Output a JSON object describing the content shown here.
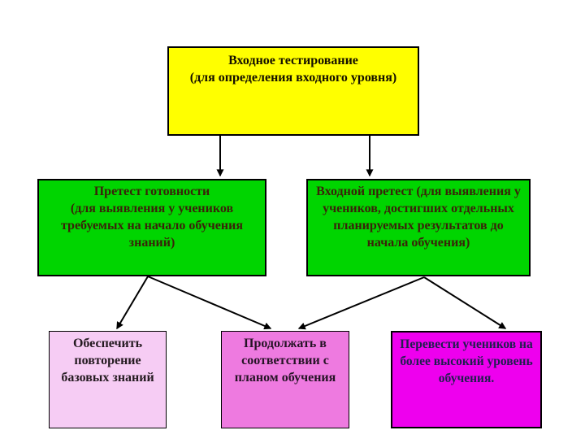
{
  "slide": {
    "background": "#ffffff",
    "description": "Flowchart of entry testing for determining student input level"
  },
  "palette": {
    "top_box_fill": "#ffff00",
    "mid_box_fill": "#00d500",
    "bottom_left_fill": "#f6ccf4",
    "bottom_middle_fill": "#ee7ae0",
    "bottom_right_fill": "#ee00ee",
    "border_color": "#000000",
    "arrow_color": "#000000"
  },
  "boxes": {
    "entry_testing": {
      "lines": [
        "Входное тестирование",
        "(для определения входного уровня)"
      ]
    },
    "readiness_pretest": {
      "lines": [
        "Претест готовности",
        "(для выявления у учеников",
        "требуемых на начало обучения",
        "знаний)"
      ]
    },
    "input_pretest": {
      "lines": [
        "Входной претест (для выявления у",
        "учеников, достигших отдельных",
        "планируемых результатов до",
        "начала обучения)"
      ]
    },
    "repeat_basics": {
      "lines": [
        "Обеспечить",
        "повторение",
        "базовых знаний"
      ]
    },
    "continue_plan": {
      "lines": [
        "Продолжать в",
        "соответствии с",
        "планом обучения"
      ]
    },
    "advance_level": {
      "lines": [
        "Перевести учеников на",
        "более высокий уровень",
        "обучения."
      ]
    }
  },
  "connections": [
    {
      "from": "entry_testing",
      "to": "readiness_pretest"
    },
    {
      "from": "entry_testing",
      "to": "input_pretest"
    },
    {
      "from": "readiness_pretest",
      "to": "repeat_basics"
    },
    {
      "from": "readiness_pretest",
      "to": "continue_plan"
    },
    {
      "from": "input_pretest",
      "to": "continue_plan"
    },
    {
      "from": "input_pretest",
      "to": "advance_level"
    }
  ]
}
